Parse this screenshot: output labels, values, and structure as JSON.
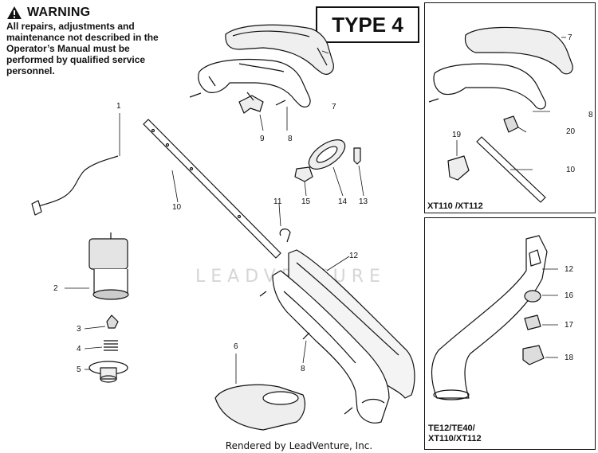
{
  "warning": {
    "title": "WARNING",
    "text": "All repairs, adjustments and maintenance not described in the Operator’s Manual must be performed by qualified service personnel."
  },
  "type_label": "TYPE 4",
  "inset_top_label": "XT110 /XT112",
  "inset_bottom_label": "TE12/TE40/ XT110/XT112",
  "watermark": "LEADVENTURE",
  "footer": "Rendered by LeadVenture, Inc.",
  "callouts": {
    "n1": "1",
    "n2": "2",
    "n3": "3",
    "n4": "4",
    "n5": "5",
    "n6": "6",
    "n7": "7",
    "n7b": "7",
    "n8a": "8",
    "n8b": "8",
    "n8c": "8",
    "n9": "9",
    "n10": "10",
    "n10b": "10",
    "n11": "11",
    "n12": "12",
    "n12b": "12",
    "n13": "13",
    "n14": "14",
    "n15": "15",
    "n16": "16",
    "n17": "17",
    "n18": "18",
    "n19": "19",
    "n20": "20"
  }
}
